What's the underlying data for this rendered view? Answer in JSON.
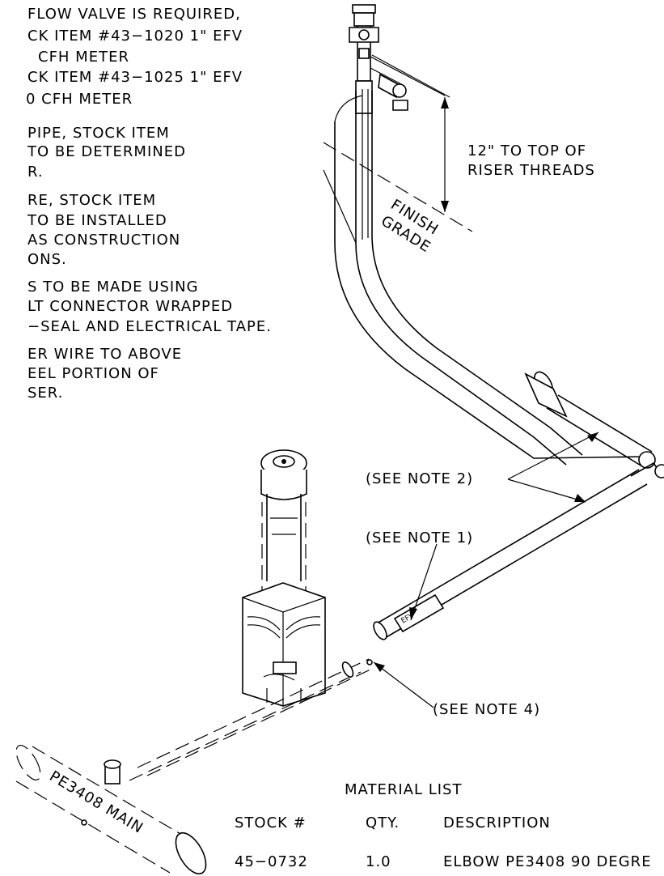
{
  "notes": {
    "line_1": "FLOW VALVE IS REQUIRED,",
    "line_2": "CK ITEM #43−1020 1\" EFV",
    "line_3": "CFH METER",
    "line_4": "CK ITEM #43−1025 1\" EFV",
    "line_5": "0 CFH METER",
    "line_6": "PIPE, STOCK ITEM",
    "line_7": "TO BE DETERMINED",
    "line_8": "R.",
    "line_9": "RE, STOCK ITEM",
    "line_10": "TO BE INSTALLED",
    "line_11": "AS CONSTRUCTION",
    "line_12": "ONS.",
    "line_13": "S TO BE MADE USING",
    "line_14": "LT CONNECTOR WRAPPED",
    "line_15": "−SEAL AND ELECTRICAL TAPE.",
    "line_16": "ER WIRE TO ABOVE",
    "line_17": "EEL PORTION OF",
    "line_18": "SER."
  },
  "callouts": {
    "riser_height_1": "12\" TO TOP OF",
    "riser_height_2": "RISER THREADS",
    "finish_1": "FINISH",
    "finish_2": "GRADE",
    "see_note_2": "(SEE NOTE 2)",
    "see_note_1": "(SEE NOTE 1)",
    "see_note_4": "(SEE NOTE 4)",
    "efv_label": "EFV",
    "main_label": "PE3408 MAIN"
  },
  "material_list": {
    "title": "MATERIAL LIST",
    "headers": [
      "STOCK #",
      "QTY.",
      "DESCRIPTION"
    ],
    "rows": [
      [
        "45−0732",
        "1.0",
        "ELBOW PE3408 90 DEGRE"
      ]
    ]
  }
}
